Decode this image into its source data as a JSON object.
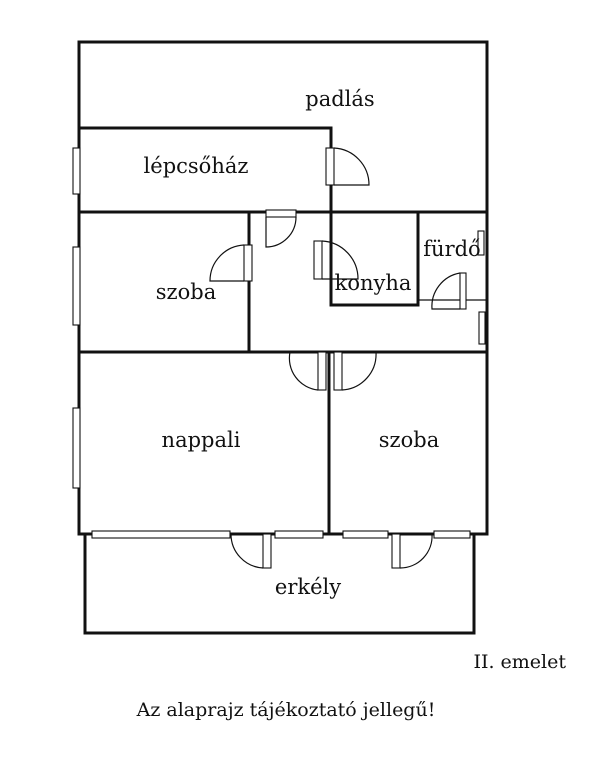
{
  "rooms": {
    "attic": "padlás",
    "stairwell": "lépcsőház",
    "room_left": "szoba",
    "kitchen": "konyha",
    "bathroom": "fürdő",
    "living_room": "nappali",
    "room_right": "szoba",
    "balcony": "erkély"
  },
  "floor_label": "II. emelet",
  "disclaimer": "Az alaprajz tájékoztató jellegű!"
}
